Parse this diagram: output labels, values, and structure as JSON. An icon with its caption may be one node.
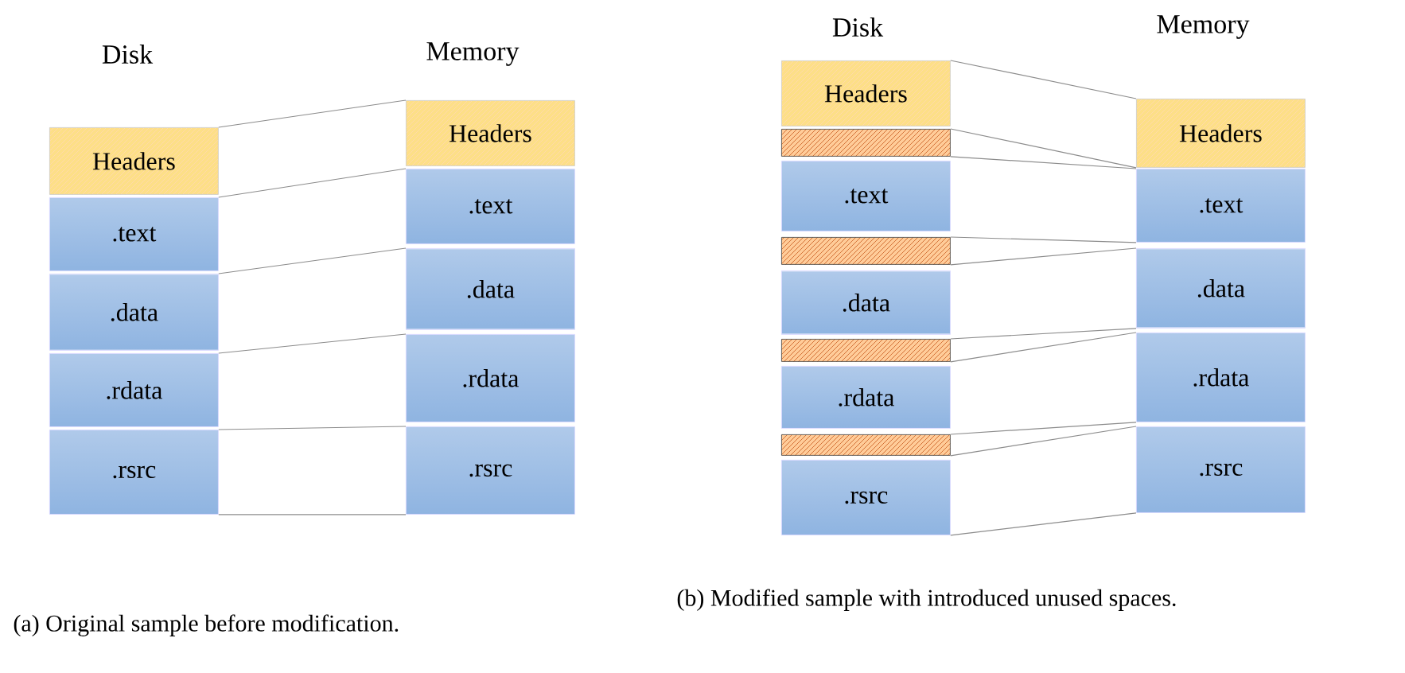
{
  "diagram": {
    "nodes": [
      {
        "text": [
          "Headers"
        ]
      },
      {
        "text": [
          ".text"
        ]
      },
      {
        "text": [
          ".data"
        ]
      },
      {
        "text": [
          ".rdata"
        ]
      },
      {
        "text": [
          ".rsrc"
        ]
      },
      {
        "text": [
          "Headers"
        ]
      },
      {
        "text": [
          ".text"
        ]
      },
      {
        "text": [
          ".data"
        ]
      },
      {
        "text": [
          ".rdata"
        ]
      },
      {
        "text": [
          ".rsrc"
        ]
      },
      {
        "text": [
          "Headers"
        ]
      },
      {
        "text": [],
        "shape": "box"
      },
      {
        "text": [
          ".text"
        ]
      },
      {
        "text": [],
        "shape": "box"
      },
      {
        "text": [
          ".data"
        ]
      },
      {
        "text": [],
        "shape": "box"
      },
      {
        "text": [
          ".rdata"
        ]
      },
      {
        "text": [],
        "shape": "box"
      },
      {
        "text": [
          ".rsrc"
        ]
      },
      {
        "text": [
          "Headers"
        ]
      },
      {
        "text": [
          ".text"
        ]
      },
      {
        "text": [
          ".data"
        ]
      },
      {
        "text": [
          ".rdata"
        ]
      },
      {
        "text": [
          ".rsrc"
        ]
      }
    ],
    "edges": [
      {
        "from": 0,
        "to": 5,
        "arrow": "none"
      },
      {
        "from": 1,
        "to": 6,
        "arrow": "none"
      },
      {
        "from": 2,
        "to": 7,
        "arrow": "none"
      },
      {
        "from": 3,
        "to": 8,
        "arrow": "none"
      },
      {
        "from": 4,
        "to": 9,
        "arrow": "none"
      },
      {
        "from": 4,
        "to": 9,
        "arrow": "none"
      },
      {
        "from": 10,
        "to": 19,
        "arrow": "none"
      },
      {
        "from": 11,
        "to": 19,
        "arrow": "none"
      },
      {
        "from": 11,
        "to": 20,
        "arrow": "none"
      },
      {
        "from": 13,
        "to": 20,
        "arrow": "none"
      },
      {
        "from": 13,
        "to": 21,
        "arrow": "none"
      },
      {
        "from": 15,
        "to": 21,
        "arrow": "none"
      },
      {
        "from": 15,
        "to": 22,
        "arrow": "none"
      },
      {
        "from": 17,
        "to": 22,
        "arrow": "none"
      },
      {
        "from": 17,
        "to": 23,
        "arrow": "none"
      },
      {
        "from": 18,
        "to": 23,
        "arrow": "none"
      }
    ],
    "labels": [
      "Disk",
      "Memory",
      "Disk",
      "Memory",
      "(a) Original sample before modification.",
      "(b) Modified sample with introduced unused spaces."
    ]
  }
}
